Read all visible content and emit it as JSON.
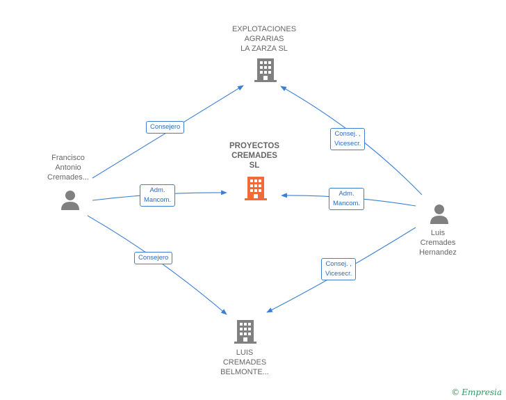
{
  "nodes": {
    "top_company": {
      "label": [
        "EXPLOTACIONES",
        "AGRARIAS",
        "LA ZARZA SL"
      ]
    },
    "center_company": {
      "label": [
        "PROYECTOS",
        "CREMADES",
        "SL"
      ]
    },
    "bottom_company": {
      "label": [
        "LUIS",
        "CREMADES",
        "BELMONTE..."
      ]
    },
    "left_person": {
      "label": [
        "Francisco",
        "Antonio",
        "Cremades..."
      ]
    },
    "right_person": {
      "label": [
        "Luis",
        "Cremades",
        "Hernandez"
      ]
    }
  },
  "edges": {
    "left_top": [
      "Consejero"
    ],
    "left_center": [
      "Adm.",
      "Mancom."
    ],
    "left_bottom": [
      "Consejero"
    ],
    "right_top": [
      "Consej. ,",
      "Vicesecr."
    ],
    "right_center": [
      "Adm.",
      "Mancom."
    ],
    "right_bottom": [
      "Consej. ,",
      "Vicesecr."
    ]
  },
  "colors": {
    "edge": "#3b7fd4",
    "company": "#808080",
    "center_company": "#f06a3a",
    "person": "#808080"
  },
  "brand": {
    "copyright": "©",
    "name": "Empresia"
  }
}
